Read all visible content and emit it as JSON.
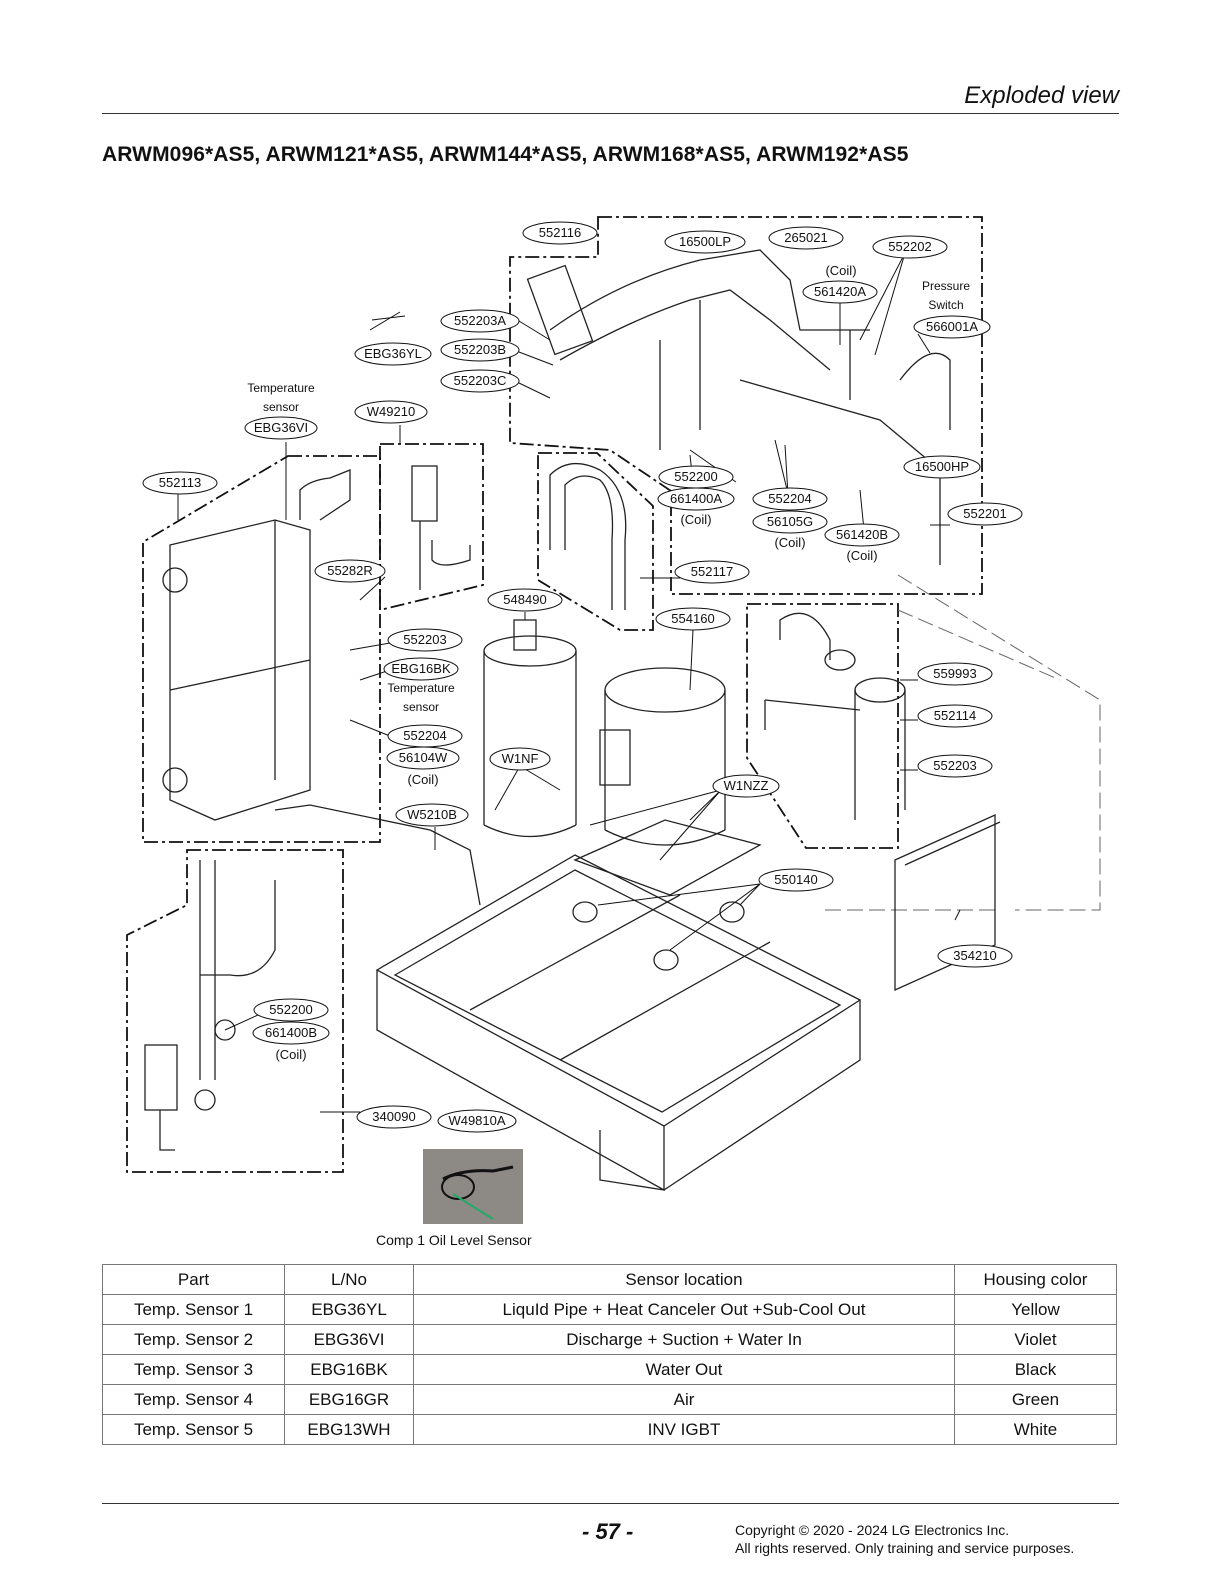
{
  "header": {
    "section": "Exploded view"
  },
  "model_title": "ARWM096*AS5, ARWM121*AS5, ARWM144*AS5, ARWM168*AS5, ARWM192*AS5",
  "labels": {
    "552116": "552116",
    "16500LP": "16500LP",
    "265021": "265021",
    "552202": "552202",
    "coil1": "(Coil)",
    "561420A": "561420A",
    "pressure1": "Pressure",
    "switch1": "Switch",
    "566001A": "566001A",
    "552203A": "552203A",
    "552203B": "552203B",
    "552203C": "552203C",
    "EBG36YL": "EBG36YL",
    "temp1": "Temperature",
    "sensor1": "sensor",
    "EBG36VI": "EBG36VI",
    "W49210": "W49210",
    "552113": "552113",
    "552200a": "552200",
    "661400Aa": "661400A",
    "coil2": "(Coil)",
    "552204a": "552204",
    "56105G": "56105G",
    "coil3": "(Coil)",
    "561420B": "561420B",
    "coil4": "(Coil)",
    "16500HP": "16500HP",
    "552201": "552201",
    "55282R": "55282R",
    "552117": "552117",
    "548490": "548490",
    "554160": "554160",
    "552203d": "552203",
    "EBG16BK": "EBG16BK",
    "temp2": "Temperature",
    "sensor2": "sensor",
    "552204b": "552204",
    "56104W": "56104W",
    "coil5": "(Coil)",
    "W1NF": "W1NF",
    "W1NZZ": "W1NZZ",
    "W5210B": "W5210B",
    "559993": "559993",
    "552114": "552114",
    "552203e": "552203",
    "550140": "550140",
    "354210": "354210",
    "552200b": "552200",
    "661400Ab": "661400B",
    "coil6": "(Coil)",
    "340090": "340090",
    "W49810A": "W49810A"
  },
  "photo_caption": "Comp 1 Oil Level Sensor",
  "table": {
    "headers": [
      "Part",
      "L/No",
      "Sensor location",
      "Housing color"
    ],
    "rows": [
      [
        "Temp. Sensor 1",
        "EBG36YL",
        "LiquId Pipe + Heat Canceler Out +Sub-Cool Out",
        "Yellow"
      ],
      [
        "Temp. Sensor 2",
        "EBG36VI",
        "Discharge + Suction + Water In",
        "Violet"
      ],
      [
        "Temp. Sensor 3",
        "EBG16BK",
        "Water Out",
        "Black"
      ],
      [
        "Temp. Sensor 4",
        "EBG16GR",
        "Air",
        "Green"
      ],
      [
        "Temp. Sensor 5",
        "EBG13WH",
        "INV IGBT",
        "White"
      ]
    ]
  },
  "footer": {
    "page": "- 57 -",
    "copyright_line1": "Copyright © 2020 - 2024 LG Electronics Inc.",
    "copyright_line2": "All rights reserved. Only training and service purposes."
  }
}
